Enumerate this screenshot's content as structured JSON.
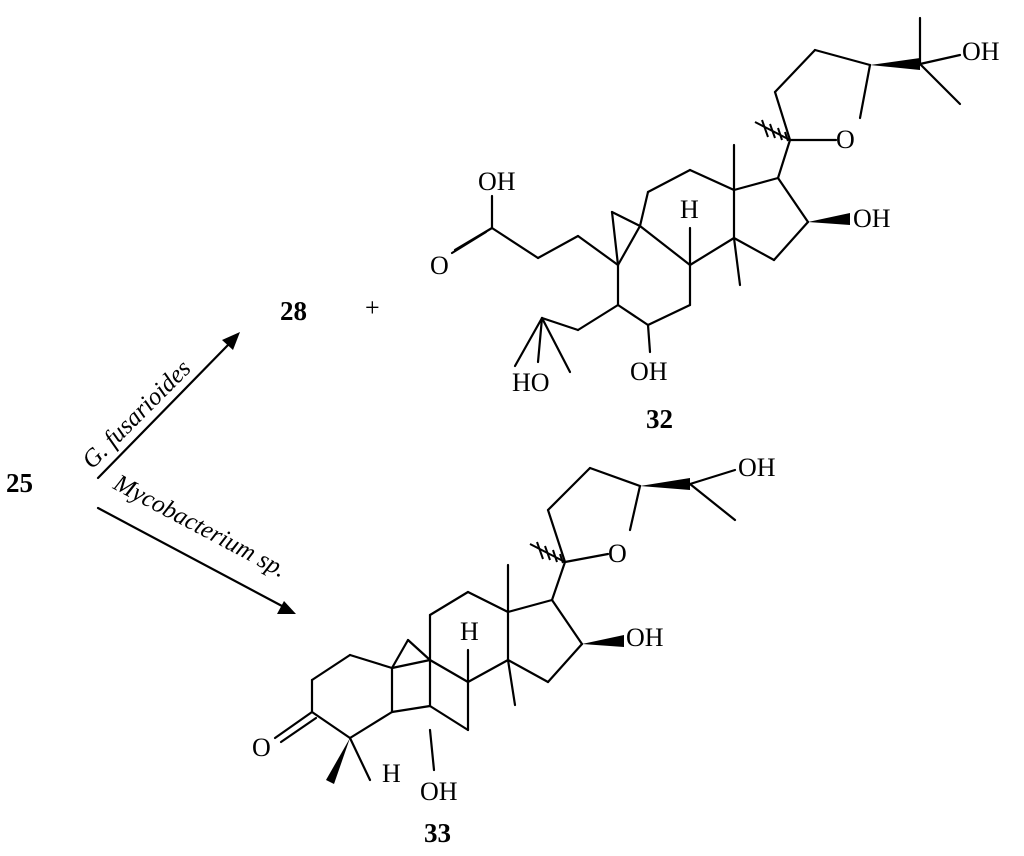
{
  "starting_compound": "25",
  "top_reaction": {
    "reagent": "G. fusarioides",
    "products": [
      "28",
      "32"
    ],
    "plus": "+"
  },
  "bottom_reaction": {
    "reagent": "Mycobacterium sp.",
    "product": "33"
  },
  "atom_labels": {
    "oh": "OH",
    "ho": "HO",
    "o": "O",
    "h": "H"
  }
}
